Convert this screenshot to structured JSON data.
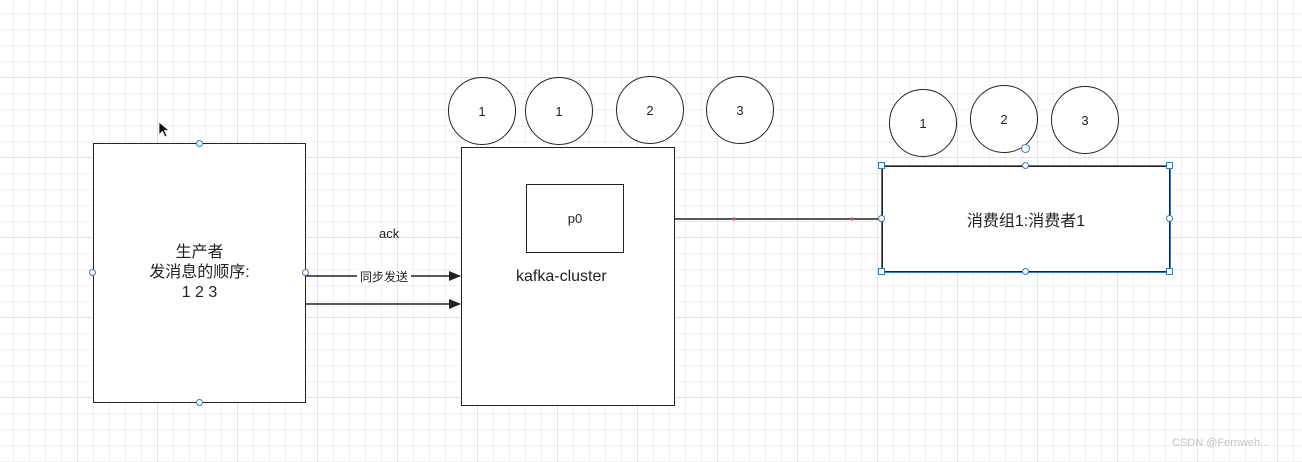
{
  "producer": {
    "line1": "生产者",
    "line2": "发消息的顺序:",
    "line3": "1 2 3"
  },
  "cluster": {
    "label": "kafka-cluster",
    "partition_label": "p0"
  },
  "ack_label": "ack",
  "sync_send_label": "同步发送",
  "consumer": {
    "label": "消费组1:消费者1"
  },
  "cluster_messages": [
    "1",
    "1",
    "2",
    "3"
  ],
  "consumer_messages": [
    "1",
    "2",
    "3"
  ],
  "watermark": "CSDN @Fernweh..."
}
